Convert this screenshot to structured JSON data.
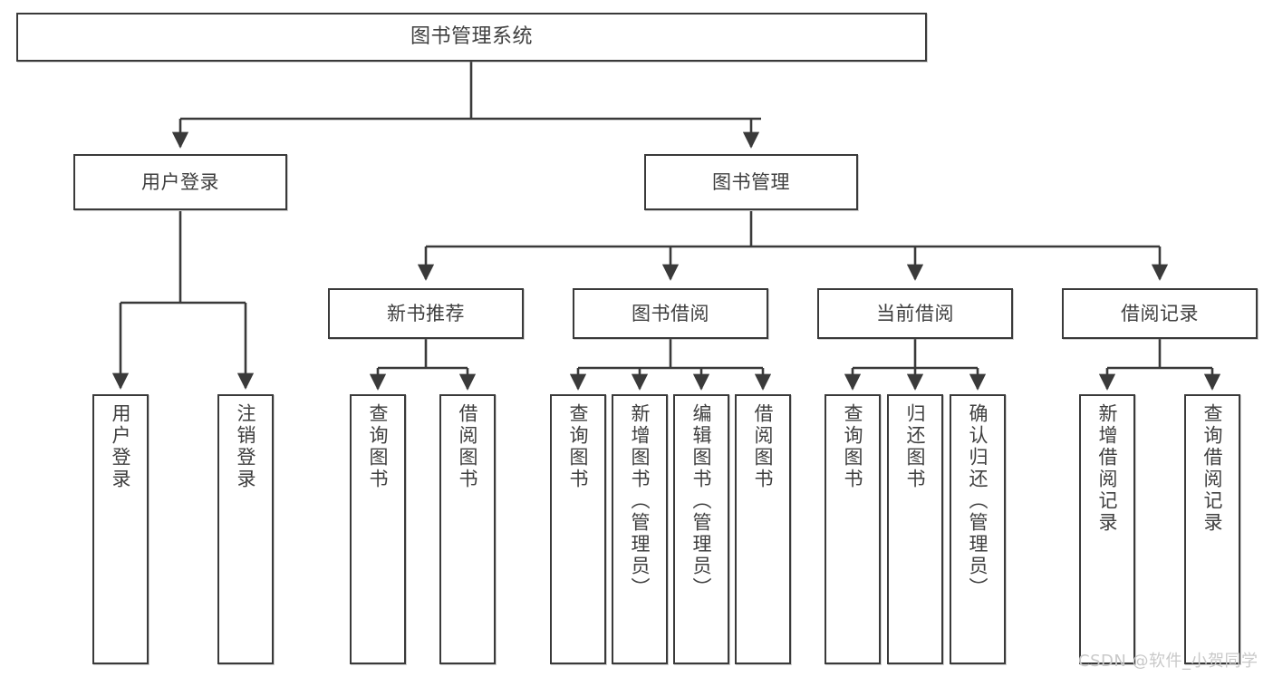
{
  "diagram": {
    "type": "tree-hierarchy",
    "title": "图书管理系统",
    "orientation": "top-down",
    "line_color": "#3a3a3a",
    "box_fill": "#ffffff",
    "text_color": "#3f3f3f",
    "root": {
      "label": "图书管理系统"
    },
    "level2": [
      {
        "label": "用户登录"
      },
      {
        "label": "图书管理"
      }
    ],
    "level3": [
      {
        "label": "新书推荐"
      },
      {
        "label": "图书借阅"
      },
      {
        "label": "当前借阅"
      },
      {
        "label": "借阅记录"
      }
    ],
    "leaves": {
      "user_login": [
        {
          "label": "用户登录"
        },
        {
          "label": "注销登录"
        }
      ],
      "new_book_recommend": [
        {
          "label": "查询图书"
        },
        {
          "label": "借阅图书"
        }
      ],
      "book_borrow": [
        {
          "label": "查询图书"
        },
        {
          "label": "新增图书（管理员）"
        },
        {
          "label": "编辑图书（管理员）"
        },
        {
          "label": "借阅图书"
        }
      ],
      "current_borrow": [
        {
          "label": "查询图书"
        },
        {
          "label": "归还图书"
        },
        {
          "label": "确认归还（管理员）"
        }
      ],
      "borrow_record": [
        {
          "label": "新增借阅记录"
        },
        {
          "label": "查询借阅记录"
        }
      ]
    }
  },
  "watermark": {
    "text": "CSDN @软件_小贺同学"
  }
}
